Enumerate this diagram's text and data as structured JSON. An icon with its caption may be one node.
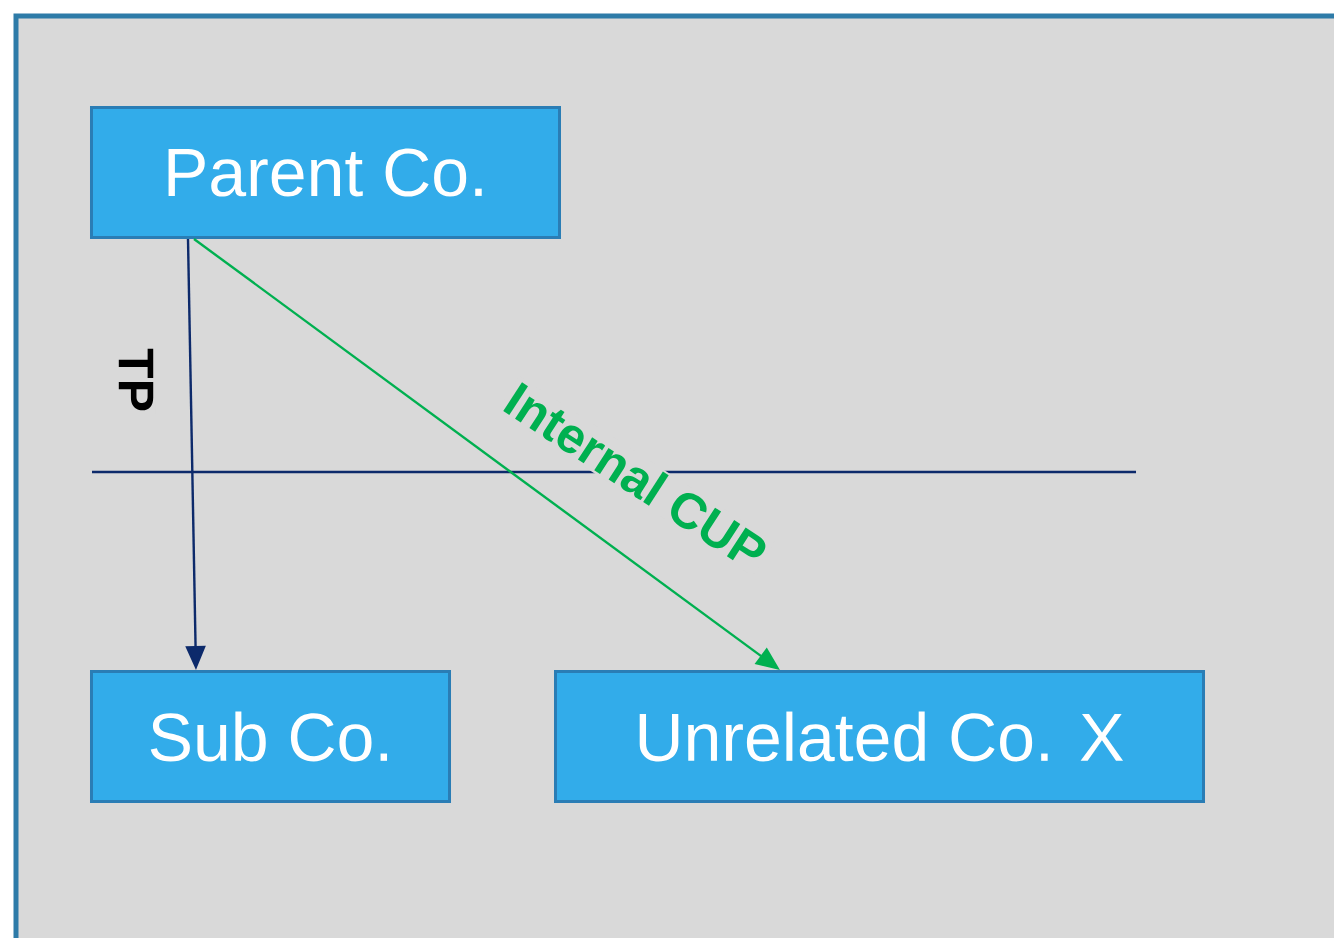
{
  "diagram": {
    "nodes": [
      {
        "text": [
          "Parent Co."
        ]
      },
      {
        "text": [
          "Sub Co."
        ]
      },
      {
        "text": [
          "Unrelated Co. X"
        ]
      }
    ],
    "edges": [
      {
        "from": 0,
        "to": 1,
        "arrow": "to",
        "label": "TP",
        "color": "#0d2a6b"
      },
      {
        "from": 0,
        "to": 2,
        "arrow": "to",
        "label": "Internal CUP",
        "color": "#00b050"
      }
    ]
  }
}
